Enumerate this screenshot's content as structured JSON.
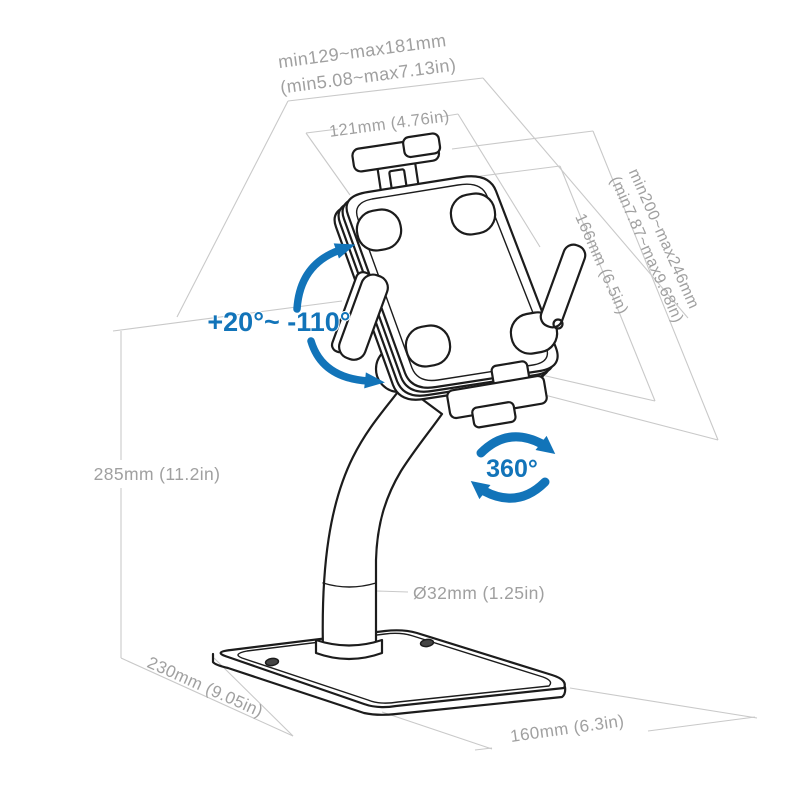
{
  "annotations": {
    "top_width_range_mm": "min129~max181mm",
    "top_width_range_in": "(min5.08~max7.13in)",
    "clamp_width": "121mm (4.76in)",
    "side_height_range_mm": "min200~max246mm",
    "side_height_range_in": "(min7.87~max9.68in)",
    "side_height": "166mm (6.5in)",
    "tilt_range": "+20°~ -110°",
    "swivel": "360°",
    "stand_height": "285mm (11.2in)",
    "pole_diameter": "Ø32mm (1.25in)",
    "base_depth": "230mm (9.05in)",
    "base_width": "160mm (6.3in)"
  },
  "colors": {
    "accent_blue": "#1274b9",
    "dim_line_gray": "#c9c9c9",
    "dim_text_gray": "#a0a0a0",
    "artwork_black": "#1c1c1c",
    "background": "#ffffff"
  }
}
